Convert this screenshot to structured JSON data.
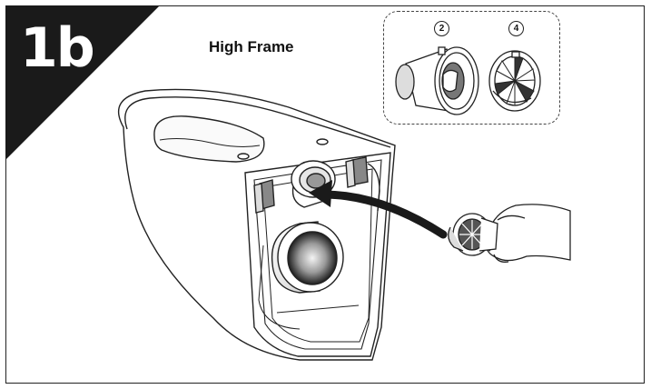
{
  "step": {
    "label": "1b"
  },
  "title": "High Frame",
  "parts": [
    {
      "number": "2"
    },
    {
      "number": "4"
    }
  ],
  "colors": {
    "ink": "#222222",
    "corner": "#1a1a1a",
    "background": "#ffffff"
  }
}
